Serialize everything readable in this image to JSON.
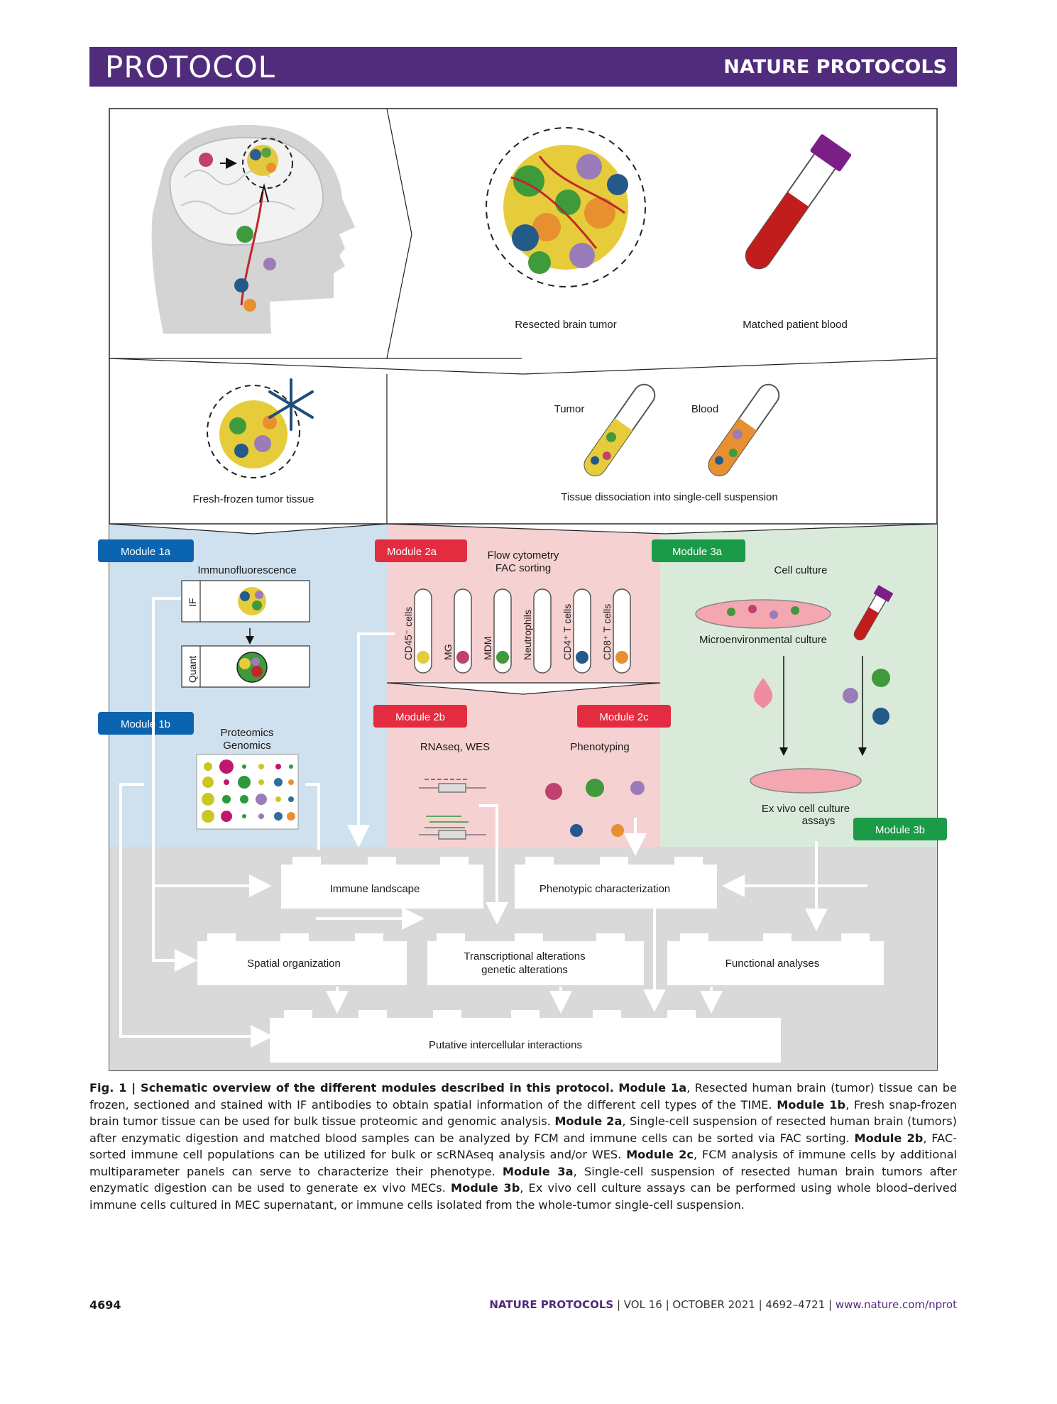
{
  "header": {
    "section": "PROTOCOL",
    "journal": "NATURE PROTOCOLS"
  },
  "figure": {
    "resected_tumor": "Resected brain tumor",
    "matched_blood": "Matched patient blood",
    "frozen_tissue": "Fresh-frozen tumor tissue",
    "tube_tumor": "Tumor",
    "tube_blood": "Blood",
    "dissociation": "Tissue dissociation into single-cell suspension",
    "modules": {
      "m1a": "Module 1a",
      "m1b": "Module 1b",
      "m2a": "Module 2a",
      "m2b": "Module 2b",
      "m2c": "Module 2c",
      "m3a": "Module 3a",
      "m3b": "Module 3b"
    },
    "immunofluorescence": "Immunofluorescence",
    "if_label": "IF",
    "quant_label": "Quant",
    "proteomics": "Proteomics",
    "genomics": "Genomics",
    "flow_line1": "Flow cytometry",
    "flow_line2": "FAC sorting",
    "sorted_tubes": [
      "CD45⁻ cells",
      "MG",
      "MDM",
      "Neutrophils",
      "CD4⁺ T cells",
      "CD8⁺ T cells"
    ],
    "rnaseq": "RNAseq, WES",
    "phenotyping": "Phenotyping",
    "cell_culture": "Cell culture",
    "micro_culture": "Microenvironmental culture",
    "exvivo_line1": "Ex vivo cell culture",
    "exvivo_line2": "assays",
    "immune_landscape": "Immune landscape",
    "phenotypic": "Phenotypic characterization",
    "spatial": "Spatial organization",
    "transcriptional_line1": "Transcriptional alterations",
    "transcriptional_line2": "genetic alterations",
    "functional": "Functional analyses",
    "putative": "Putative intercellular interactions",
    "colors": {
      "module1": "#0b64b0",
      "module2": "#e32c40",
      "module3": "#1b9a48",
      "bg1": "#cfe0ee",
      "bg2": "#f6d1d2",
      "bg3": "#d9eadb",
      "bottom": "#d9d9d9"
    }
  },
  "caption": {
    "fig_label": "Fig. 1 | Schematic overview of the different modules described in this protocol.",
    "m1a_label": "Module 1a",
    "m1a_text": ", Resected human brain (tumor) tissue can be frozen, sectioned and stained with IF antibodies to obtain spatial information of the different cell types of the TIME. ",
    "m1b_label": "Module 1b",
    "m1b_text": ", Fresh snap-frozen brain tumor tissue can be used for bulk tissue proteomic and genomic analysis. ",
    "m2a_label": "Module 2a",
    "m2a_text": ", Single-cell suspension of resected human brain (tumors) after enzymatic digestion and matched blood samples can be analyzed by FCM and immune cells can be sorted via FAC sorting. ",
    "m2b_label": "Module 2b",
    "m2b_text": ", FAC-sorted immune cell populations can be utilized for bulk or scRNAseq analysis and/or WES. ",
    "m2c_label": "Module 2c",
    "m2c_text": ", FCM analysis of immune cells by additional multiparameter panels can serve to characterize their phenotype. ",
    "m3a_label": "Module 3a",
    "m3a_text": ", Single-cell suspension of resected human brain tumors after enzymatic digestion can be used to generate ex vivo MECs. ",
    "m3b_label": "Module 3b",
    "m3b_text": ", Ex vivo cell culture assays can be performed using whole blood–derived immune cells cultured in MEC supernatant, or immune cells isolated from the whole-tumor single-cell suspension."
  },
  "footer": {
    "page_number": "4694",
    "journal": "NATURE PROTOCOLS",
    "sep1": " | ",
    "volume": "VOL 16",
    "sep2": " | ",
    "date": "OCTOBER 2021",
    "sep3": " | ",
    "pages": "4692–4721",
    "sep4": " | ",
    "url": "www.nature.com/nprot"
  }
}
